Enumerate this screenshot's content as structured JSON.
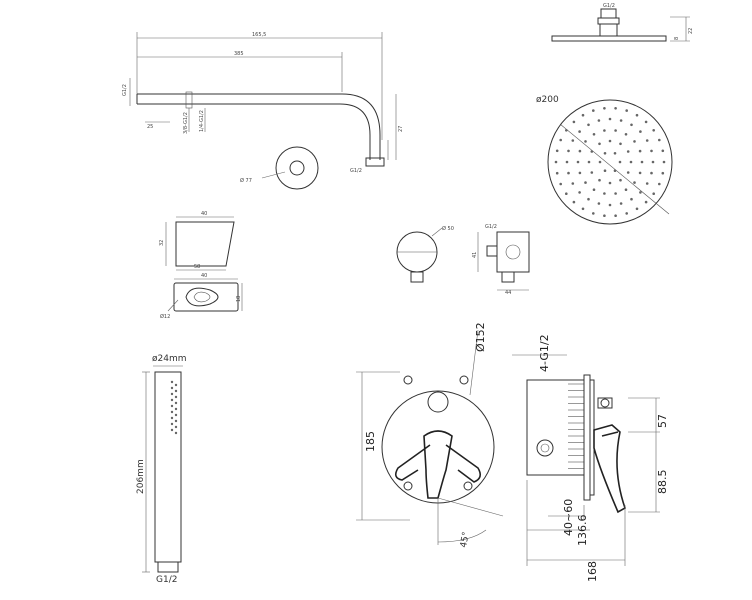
{
  "labels": {
    "arm_total_len": "165,5",
    "arm_inner_len": "385",
    "thread_g12_arm": "G1/2",
    "arm_d1": "G1/2",
    "arm_d2": "3/8-G1/2",
    "arm_d3": "1/4-G1/2",
    "arm_height": "27",
    "arm_small": "25",
    "arm_tip_d": "G1/2",
    "flange_d": "Ø 77",
    "head_thread": "G1/2",
    "head_dim_h": "22",
    "head_dim_small": "8",
    "head_diameter": "ø200",
    "holder_w": "40",
    "holder_h": "32",
    "holder_base": "58",
    "holder_d1": "40",
    "holder_d2": "18",
    "holder_d3": "Ø12",
    "elbow_d": "Ø 50",
    "elbow_h": "41",
    "elbow_w": "44",
    "elbow_g": "G1/2",
    "handshower_d": "ø24mm",
    "handshower_len": "206mm",
    "handshower_thread": "G1/2",
    "mixer_plate_d": "Ø152",
    "mixer_height": "185",
    "mixer_angle": "45°",
    "mixer_outlets": "4-G1/2",
    "side_57": "57",
    "side_88_5": "88.5",
    "side_40_60": "40~60",
    "side_136_6": "136.6",
    "side_168": "168"
  }
}
